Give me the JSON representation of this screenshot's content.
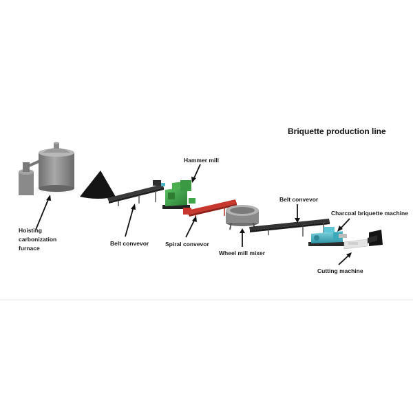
{
  "title": "Briquette  production line",
  "labels": {
    "furnace_line1": "Hoisting",
    "furnace_line2": "carbonization",
    "furnace_line3": "furnace",
    "belt_conveyor_1": "Belt convevor",
    "hammer_mill": "Hammer mill",
    "spiral_conveyor": "Spiral convevor",
    "wheel_mill_mixer": "Wheel mill mixer",
    "belt_conveyor_2": "Belt convevor",
    "briquette_machine": "Charcoal briquette machine",
    "cutting_machine": "Cutting machine"
  },
  "colors": {
    "furnace": "#8e8e8e",
    "charcoal_pile": "#1a1a1a",
    "conveyor": "#2b2b2b",
    "hammer_mill": "#3fa64a",
    "spiral_conveyor": "#c8372d",
    "mixer": "#9a9a9a",
    "briquette_machine": "#4fb8c8",
    "cutting_machine": "#dcdcdc"
  }
}
